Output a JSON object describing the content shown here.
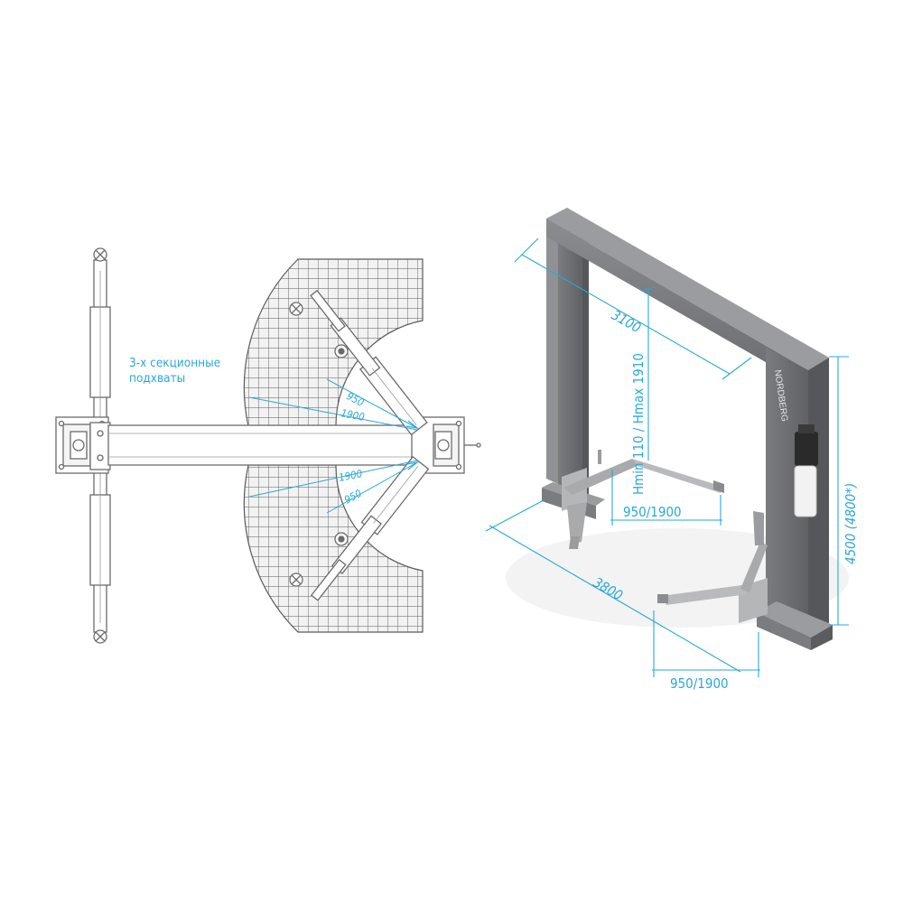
{
  "colors": {
    "accent": "#29a8d8",
    "steel_dark": "#6e7073",
    "steel_mid": "#8d8f92",
    "steel_light": "#b4b6b8",
    "outline": "#6b6b6b",
    "grid_line": "#5a5a5a",
    "grid_fill": "#ececec"
  },
  "top_view": {
    "annotation_line1": "3-х секционные",
    "annotation_line2": "подхваты",
    "dim_upper_short": "950",
    "dim_upper_long": "1900",
    "dim_lower_long": "1900",
    "dim_lower_short": "950"
  },
  "perspective_view": {
    "brand": "NORDBERG",
    "dim_width": "3100",
    "dim_height_range": "Hmin 110 / Hmax 1910",
    "dim_arm_rear": "950/1900",
    "dim_arm_front": "950/1900",
    "dim_depth": "3800",
    "dim_total_height": "4500 (4800*)"
  }
}
